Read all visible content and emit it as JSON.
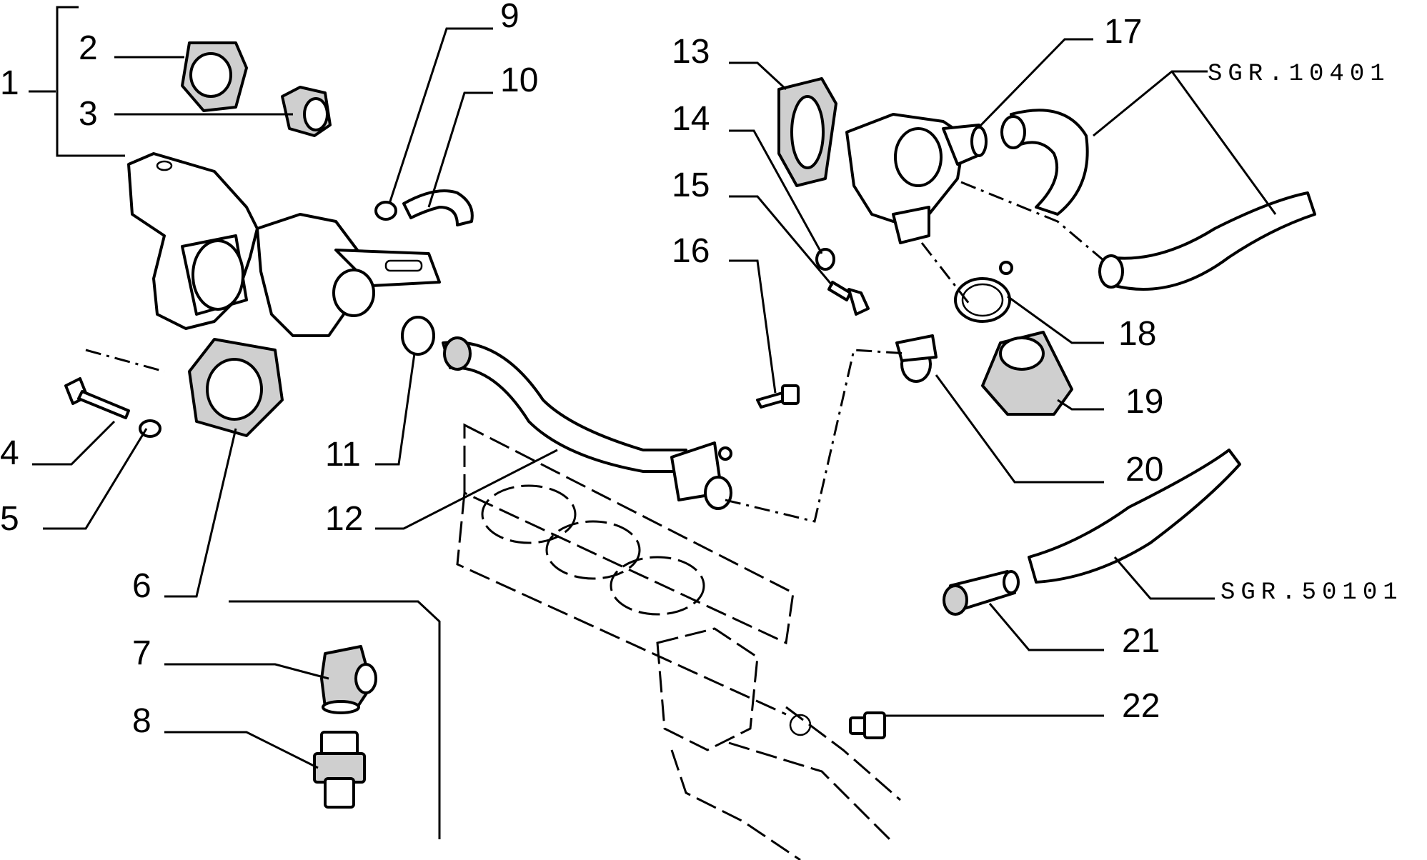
{
  "diagram": {
    "part_numbers": {
      "p1": "1",
      "p2": "2",
      "p3": "3",
      "p4": "4",
      "p5": "5",
      "p6": "6",
      "p7": "7",
      "p8": "8",
      "p9": "9",
      "p10": "10",
      "p11": "11",
      "p12": "12",
      "p13": "13",
      "p14": "14",
      "p15": "15",
      "p16": "16",
      "p17": "17",
      "p18": "18",
      "p19": "19",
      "p20": "20",
      "p21": "21",
      "p22": "22"
    },
    "references": {
      "upper": "SGR.10401",
      "lower": "SGR.50101"
    }
  }
}
